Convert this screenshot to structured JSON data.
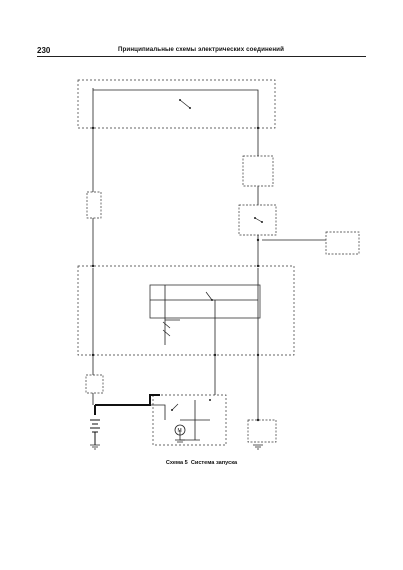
{
  "page": {
    "number": "230",
    "header": "Принципиальные схемы электрических соединений",
    "caption_label": "Схема 5",
    "caption_title": "Система запуска"
  }
}
